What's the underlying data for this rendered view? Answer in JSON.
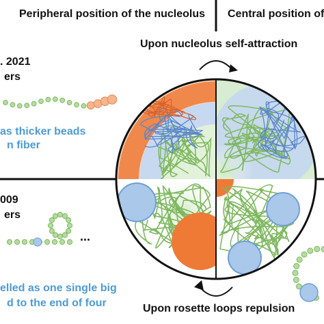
{
  "header": {
    "left_title": "Peripheral position of the nucleolus",
    "right_title": "Central position of"
  },
  "top_caption": "Upon nucleolus self-attraction",
  "bottom_caption": "Upon rosette loops repulsion",
  "left_panel": {
    "top_ref": ". 2021",
    "top_line2": "ers",
    "top_blue_1": "as thicker beads",
    "top_blue_2": "n fiber",
    "bottom_ref": "009",
    "bottom_line2": "ers",
    "bottom_ellipsis": "...",
    "bottom_blue_1": "elled as one single big",
    "bottom_blue_2": "d to the end of four"
  },
  "colors": {
    "orange": "#ee7a36",
    "orange_light": "#f6b58d",
    "blue_bead": "#a9c8ea",
    "blue_chromatin": "#8ab0e2",
    "green_fiber": "#92c97a",
    "green_bead": "#b4dca0",
    "label_blue": "#4d9bd6"
  },
  "icons": {
    "top_arrow": "clockwise-arrow-icon",
    "bottom_arrow": "counterclockwise-arrow-icon"
  }
}
